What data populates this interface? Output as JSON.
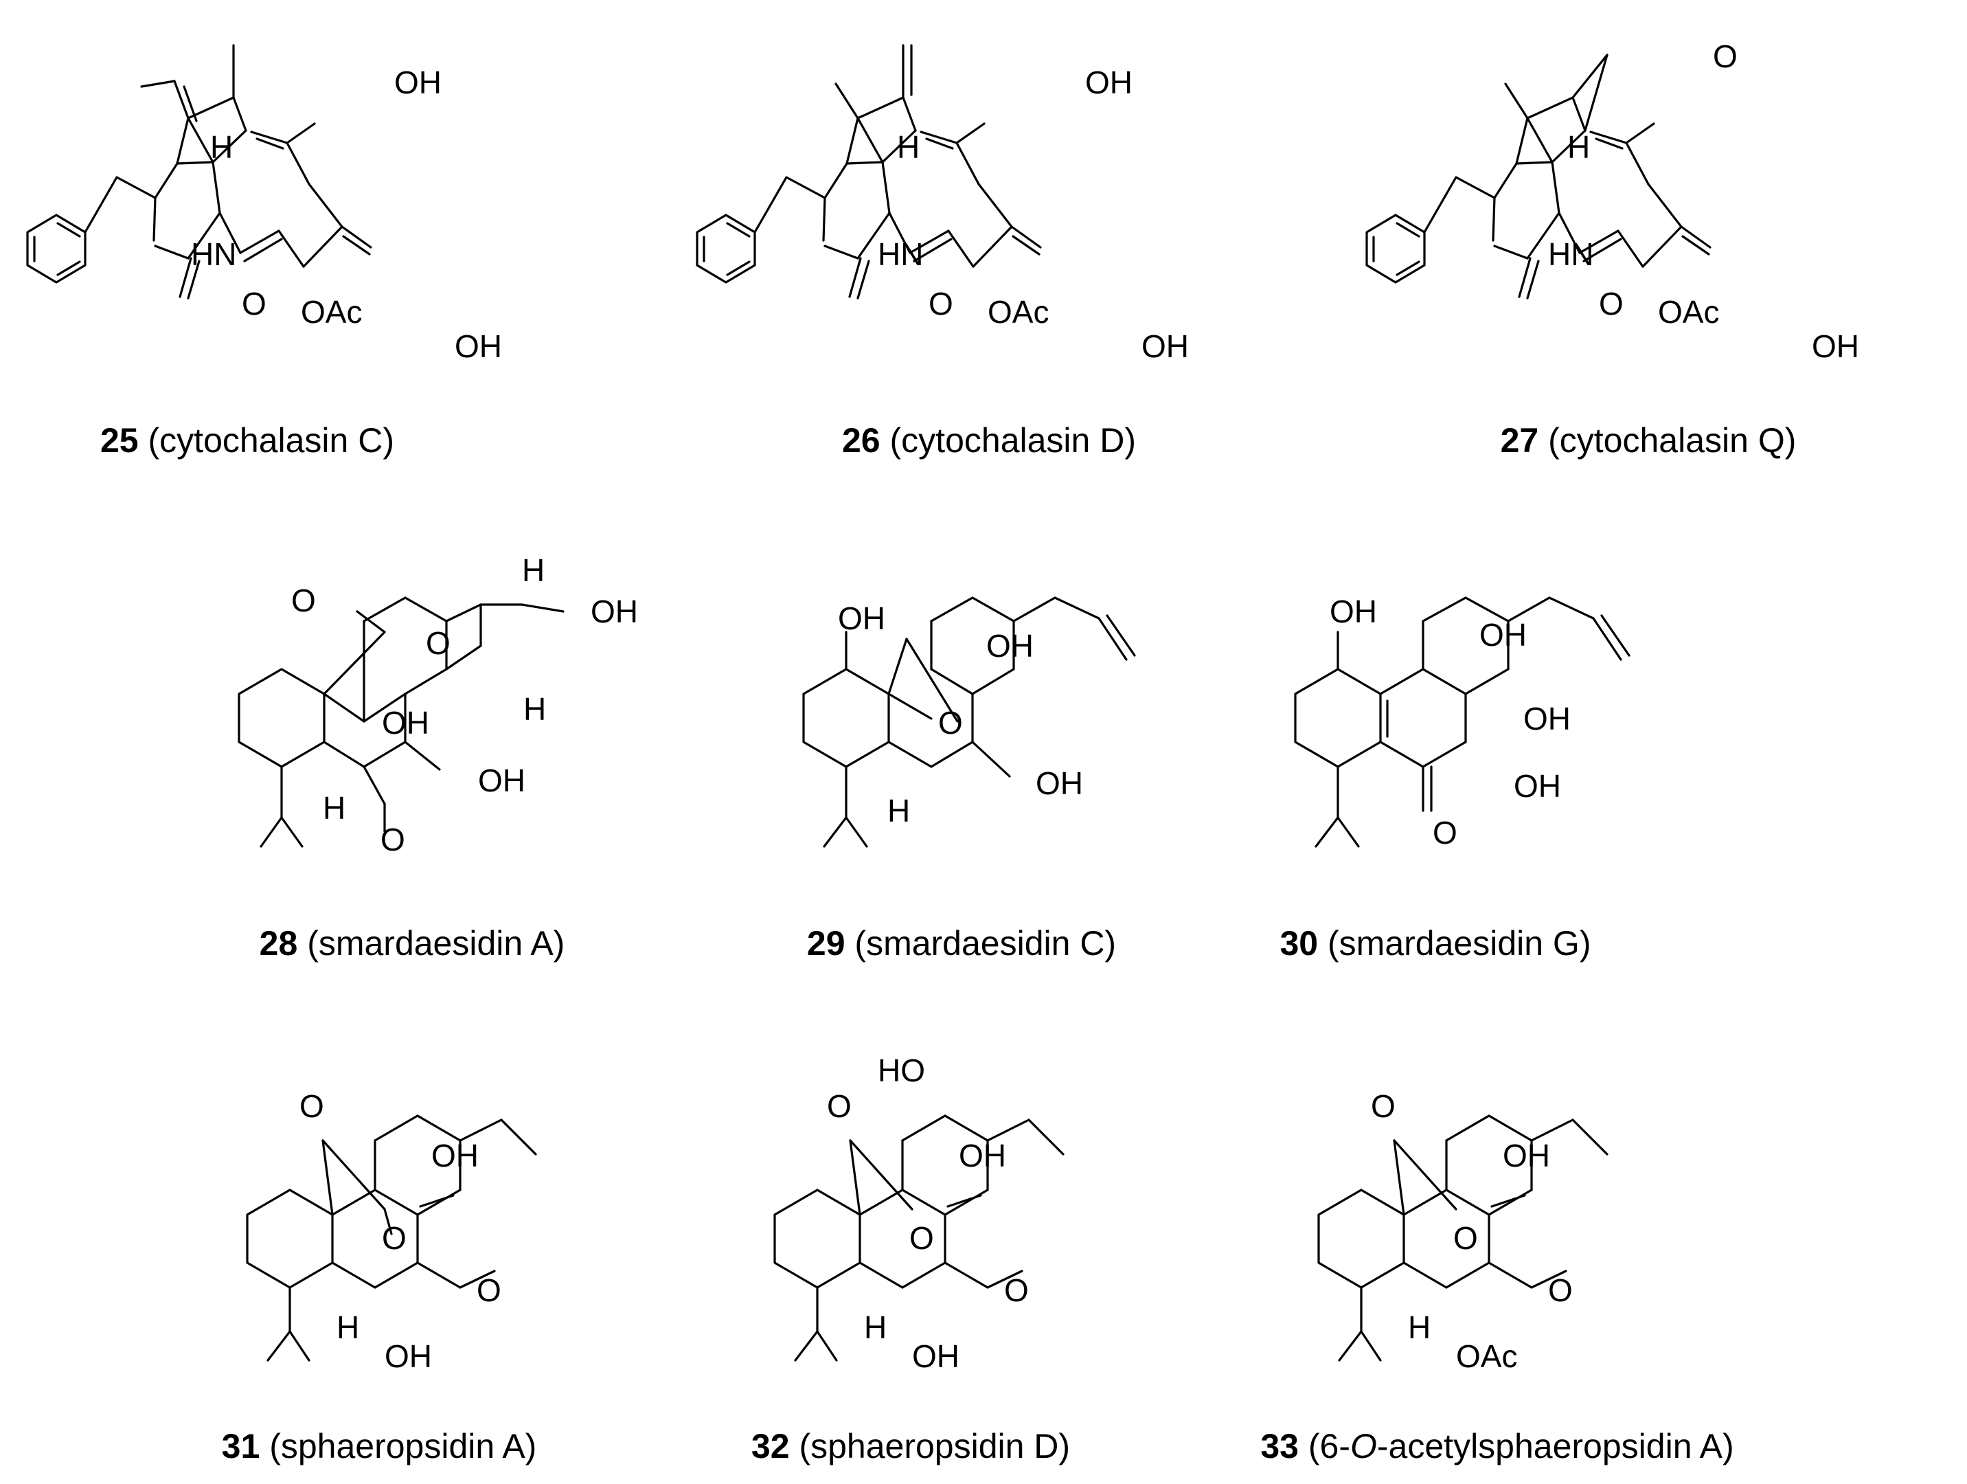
{
  "compounds": [
    {
      "number": "25",
      "name": "(cytochalasin C)",
      "atoms": [
        "OH",
        "H",
        "HN",
        "O",
        "OAc",
        "OH"
      ]
    },
    {
      "number": "26",
      "name": "(cytochalasin D)",
      "atoms": [
        "OH",
        "H",
        "HN",
        "O",
        "OAc",
        "OH"
      ]
    },
    {
      "number": "27",
      "name": "(cytochalasin Q)",
      "atoms": [
        "O",
        "H",
        "HN",
        "O",
        "OAc",
        "OH"
      ]
    },
    {
      "number": "28",
      "name": "(smardaesidin A)",
      "atoms": [
        "O",
        "H",
        "OH",
        "O",
        "OH",
        "H",
        "H",
        "OH",
        "O"
      ]
    },
    {
      "number": "29",
      "name": "(smardaesidin C)",
      "atoms": [
        "OH",
        "OH",
        "O",
        "OH",
        "H"
      ]
    },
    {
      "number": "30",
      "name": "(smardaesidin G)",
      "atoms": [
        "OH",
        "OH",
        "OH",
        "OH",
        "O"
      ]
    },
    {
      "number": "31",
      "name": "(sphaeropsidin A)",
      "atoms": [
        "O",
        "OH",
        "O",
        "O",
        "H",
        "OH"
      ]
    },
    {
      "number": "32",
      "name": "(sphaeropsidin D)",
      "atoms": [
        "HO",
        "O",
        "OH",
        "O",
        "O",
        "H",
        "OH"
      ]
    },
    {
      "number": "33",
      "name_pre": "(6-",
      "name_italic": "O",
      "name_post": "-acetylsphaeropsidin A)",
      "atoms": [
        "O",
        "OH",
        "O",
        "O",
        "H",
        "OAc"
      ]
    }
  ]
}
